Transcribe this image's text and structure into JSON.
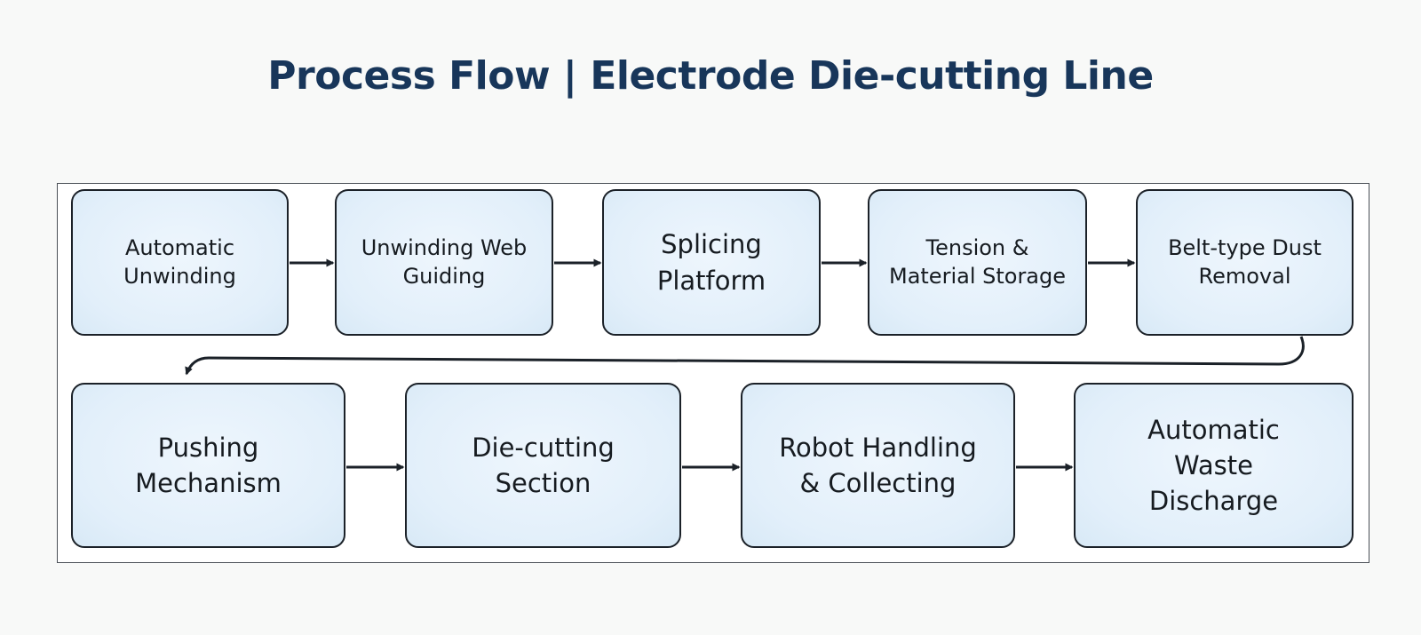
{
  "title": "Process Flow | Electrode Die-cutting Line",
  "colors": {
    "title": "#18365a",
    "node_fill": "#e2effa",
    "node_border": "#1b2128",
    "connector": "#1b2128"
  },
  "steps": [
    {
      "label": "Automatic\nUnwinding"
    },
    {
      "label": "Unwinding Web\nGuiding"
    },
    {
      "label": "Splicing\nPlatform"
    },
    {
      "label": "Tension &\nMaterial Storage"
    },
    {
      "label": "Belt-type Dust\nRemoval"
    },
    {
      "label": "Pushing\nMechanism"
    },
    {
      "label": "Die-cutting\nSection"
    },
    {
      "label": "Robot Handling\n& Collecting"
    },
    {
      "label": "Automatic\nWaste\nDischarge"
    }
  ],
  "flow": [
    [
      0,
      1
    ],
    [
      1,
      2
    ],
    [
      2,
      3
    ],
    [
      3,
      4
    ],
    [
      4,
      5
    ],
    [
      5,
      6
    ],
    [
      6,
      7
    ],
    [
      7,
      8
    ]
  ]
}
